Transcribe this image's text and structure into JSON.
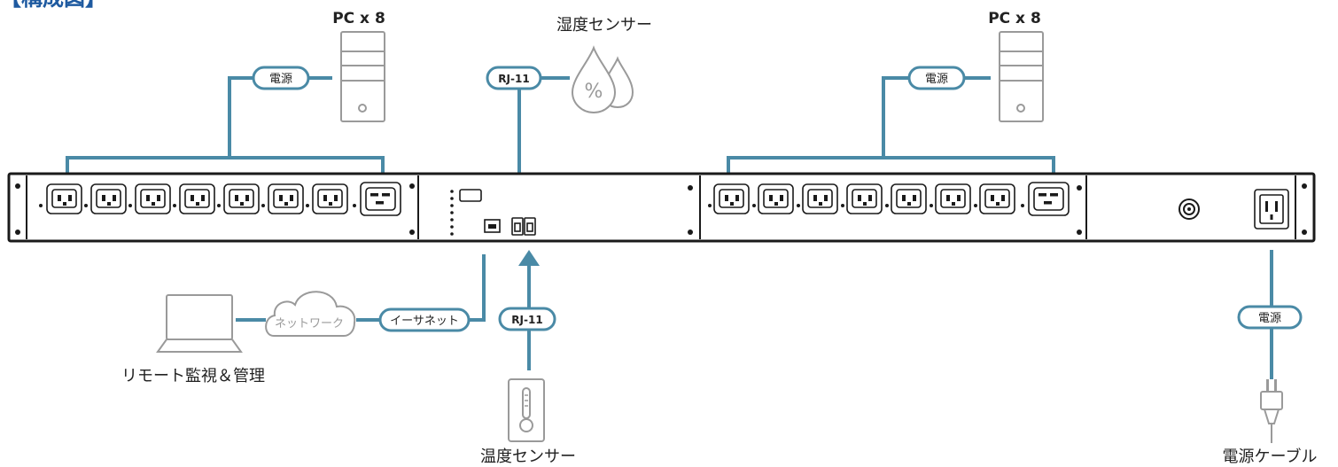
{
  "header": {
    "title": "【構成図】"
  },
  "labels": {
    "pc_left": "PC x 8",
    "pc_right": "PC x 8",
    "power_left": "電源",
    "power_right": "電源",
    "power_bottom": "電源",
    "rj11_top": "RJ-11",
    "rj11_bottom": "RJ-11",
    "humidity_sensor": "湿度センサー",
    "temperature_sensor": "温度センサー",
    "ethernet": "イーサネット",
    "network": "ネットワーク",
    "remote": "リモート監視＆管理",
    "power_cable": "電源ケーブル",
    "humidity_symbol": "%"
  },
  "colors": {
    "line": "#4a8aa6",
    "device": "#1a1a1a",
    "icon": "#9a9a9a",
    "title": "#1e5aa0"
  },
  "icons": [
    "pc-tower-icon",
    "droplet-icon",
    "thermometer-icon",
    "laptop-icon",
    "cloud-icon",
    "plug-icon",
    "c13-outlet-icon",
    "c19-outlet-icon",
    "c20-inlet-icon",
    "breaker-icon",
    "rj45-port-icon",
    "rj11-port-icon"
  ]
}
